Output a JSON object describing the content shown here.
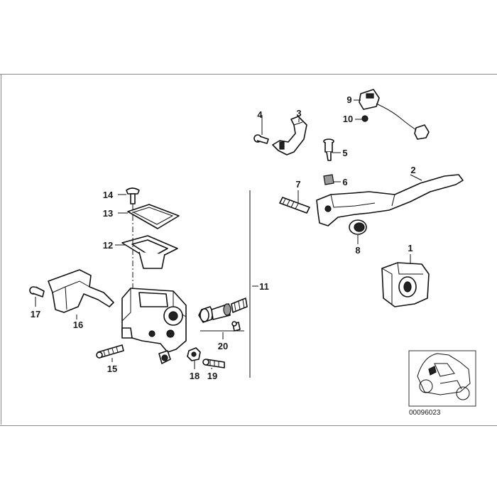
{
  "diagram": {
    "callouts": [
      "1",
      "2",
      "3",
      "4",
      "5",
      "6",
      "7",
      "8",
      "9",
      "10",
      "11",
      "12",
      "13",
      "14",
      "15",
      "16",
      "17",
      "18",
      "19",
      "20"
    ],
    "reference_number": "00096023"
  }
}
